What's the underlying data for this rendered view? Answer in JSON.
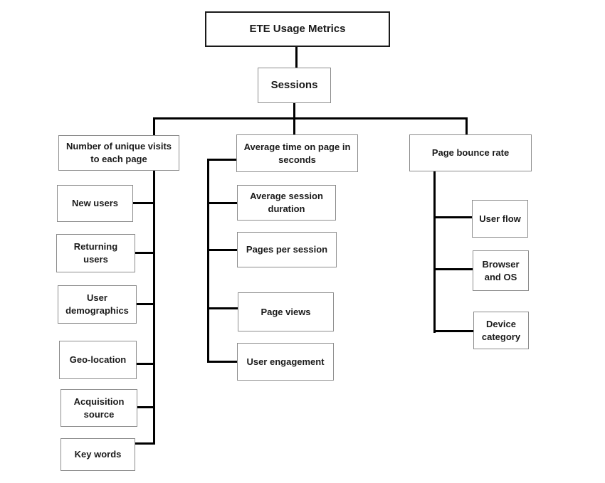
{
  "diagram": {
    "title": "ETE Usage Metrics hierarchy",
    "nodes": {
      "root": "ETE Usage Metrics",
      "level2": "Sessions",
      "branch1": {
        "header": "Number of unique visits to each page",
        "children": [
          "New users",
          "Returning users",
          "User demographics",
          "Geo-location",
          "Acquisition source",
          "Key words"
        ]
      },
      "branch2": {
        "header": "Average time on page in seconds",
        "children": [
          "Average session duration",
          "Pages per session",
          "Page views",
          "User engagement"
        ]
      },
      "branch3": {
        "header": "Page bounce rate",
        "children": [
          "User flow",
          "Browser and OS",
          "Device category"
        ]
      }
    },
    "colors": {
      "background": "#ffffff",
      "connector_line": "#000000",
      "box_border": "#8c8c8c",
      "root_border": "#1a1a1a",
      "text": "#1a1a1a"
    }
  }
}
